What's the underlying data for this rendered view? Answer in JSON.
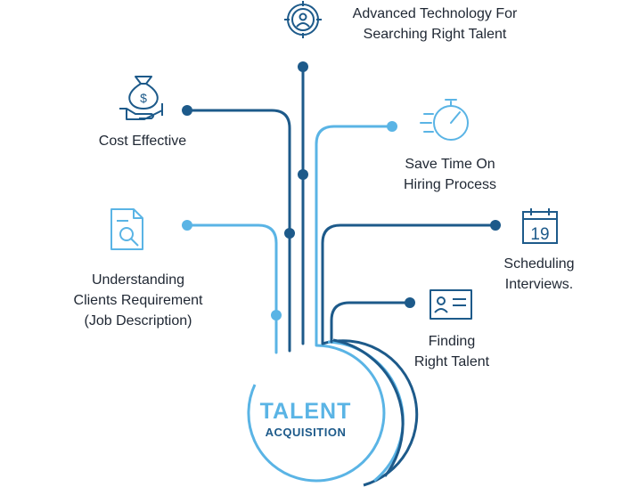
{
  "center": {
    "title": "TALENT",
    "subtitle": "ACQUISITION"
  },
  "benefits": [
    {
      "id": "tech",
      "lines": [
        "Advanced Technology For",
        "Searching Right Talent"
      ],
      "icon": "search-user-icon"
    },
    {
      "id": "cost",
      "lines": [
        "Cost Effective"
      ],
      "icon": "money-bag-hand-icon"
    },
    {
      "id": "time",
      "lines": [
        "Save Time On",
        "Hiring Process"
      ],
      "icon": "stopwatch-icon"
    },
    {
      "id": "clients",
      "lines": [
        "Understanding",
        "Clients Requirement",
        "(Job Description)"
      ],
      "icon": "document-search-icon"
    },
    {
      "id": "schedule",
      "lines": [
        "Scheduling",
        "Interviews."
      ],
      "icon": "calendar-icon"
    },
    {
      "id": "finding",
      "lines": [
        "Finding",
        "Right Talent"
      ],
      "icon": "id-card-icon"
    }
  ],
  "calendar_day": "19",
  "colors": {
    "dark": "#1d5a8a",
    "light": "#5ab4e5",
    "text": "#1f2733"
  }
}
